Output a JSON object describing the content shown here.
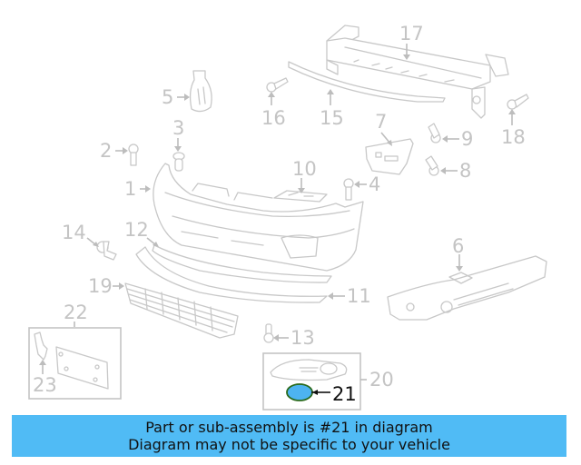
{
  "diagram": {
    "highlighted_part": "21",
    "highlight_fill": "#4db3f0",
    "highlight_stroke": "#2a6a1c",
    "banner_color": "#50bbf5",
    "callouts": [
      {
        "id": "1",
        "label": "1"
      },
      {
        "id": "2",
        "label": "2"
      },
      {
        "id": "3",
        "label": "3"
      },
      {
        "id": "4",
        "label": "4"
      },
      {
        "id": "5",
        "label": "5"
      },
      {
        "id": "6",
        "label": "6"
      },
      {
        "id": "7",
        "label": "7"
      },
      {
        "id": "8",
        "label": "8"
      },
      {
        "id": "9",
        "label": "9"
      },
      {
        "id": "10",
        "label": "10"
      },
      {
        "id": "11",
        "label": "11"
      },
      {
        "id": "12",
        "label": "12"
      },
      {
        "id": "13",
        "label": "13"
      },
      {
        "id": "14",
        "label": "14"
      },
      {
        "id": "15",
        "label": "15"
      },
      {
        "id": "16",
        "label": "16"
      },
      {
        "id": "17",
        "label": "17"
      },
      {
        "id": "18",
        "label": "18"
      },
      {
        "id": "19",
        "label": "19"
      },
      {
        "id": "20",
        "label": "20"
      },
      {
        "id": "21",
        "label": "21"
      },
      {
        "id": "22",
        "label": "22"
      },
      {
        "id": "23",
        "label": "23"
      }
    ]
  },
  "banner": {
    "line1": "Part or sub-assembly is #21 in diagram",
    "line2": "Diagram may not be specific to your vehicle"
  }
}
